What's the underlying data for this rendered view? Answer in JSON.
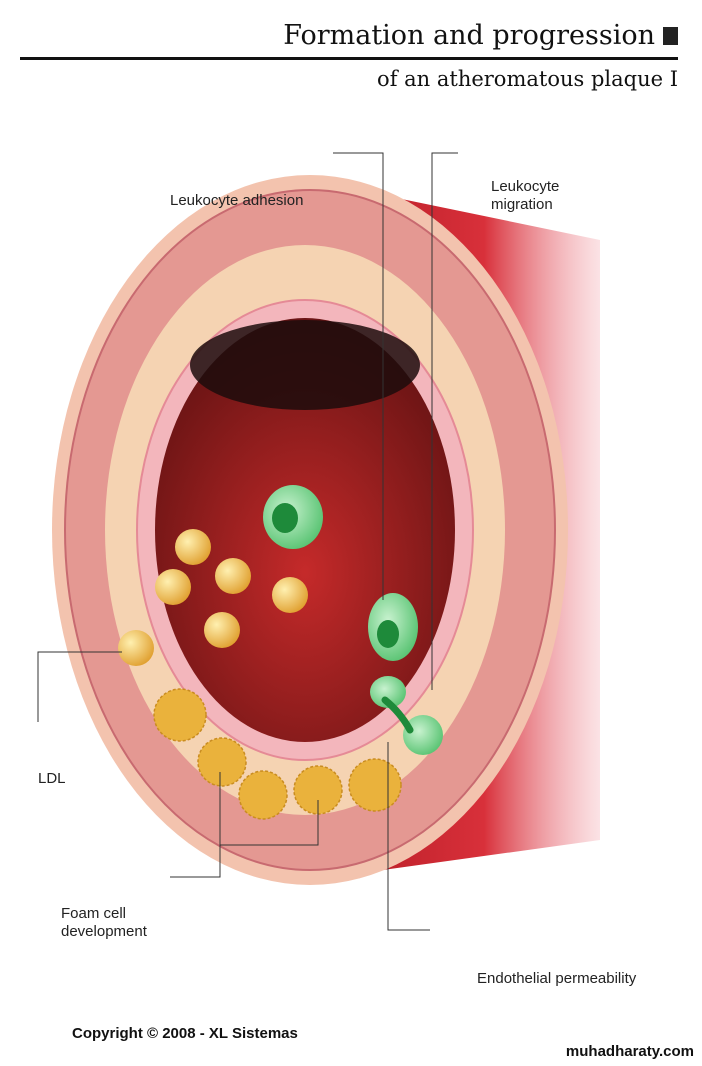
{
  "header": {
    "title": "Formation and progression",
    "subtitle": "of an atheromatous plaque I"
  },
  "labels": {
    "leukocyte_adhesion": "Leukocyte adhesion",
    "leukocyte_migration_1": "Leukocyte",
    "leukocyte_migration_2": "migration",
    "ldl": "LDL",
    "foam_cell_1": "Foam cell",
    "foam_cell_2": "development",
    "endothelial_permeability": "Endothelial permeability"
  },
  "footer": {
    "copyright": "Copyright © 2008 - XL Sistemas",
    "watermark": "muhadharaty.com"
  },
  "colors": {
    "vessel_red": "#c8202a",
    "media_pink": "#e59a94",
    "intima_tan": "#f4d2b0",
    "lumen": "#8c1c1c",
    "ldl_yellow": "#f0b84a",
    "leukocyte_green": "#6fcf86"
  }
}
